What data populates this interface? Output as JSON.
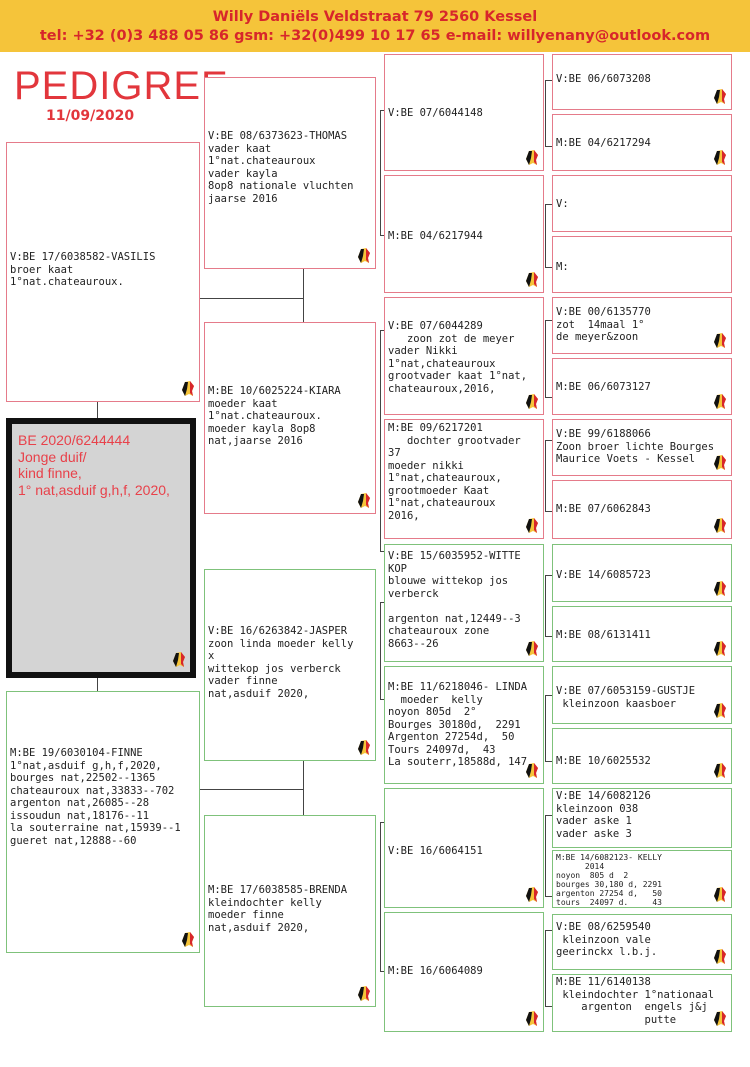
{
  "header": {
    "line1": "Willy Daniëls     Veldstraat  79     2560  Kessel",
    "line2": "tel: +32 (0)3 488 05 86  gsm: +32(0)499 10 17 65  e-mail: willyenany@outlook.com"
  },
  "title": "PEDIGREE",
  "date": "11/09/2020",
  "subject": {
    "text": "BE 2020/6244444\nJonge duif/\nkind finne,\n1° nat,asduif g,h,f, 2020,"
  },
  "gen1": {
    "father": "V:BE 17/6038582-VASILIS\nbroer kaat\n1°nat.chateauroux.",
    "mother": "M:BE 19/6030104-FINNE\n1°nat,asduif g,h,f,2020,\nbourges nat,22502--1365\nchateauroux nat,33833--702\nargenton nat,26085--28\nissoudun nat,18176--11\nla souterraine nat,15939--1\ngueret nat,12888--60"
  },
  "gen2": {
    "ff": "V:BE 08/6373623-THOMAS\nvader kaat\n1°nat.chateauroux\nvader kayla\n8op8 nationale vluchten\njaarse 2016",
    "fm": "M:BE 10/6025224-KIARA\nmoeder kaat\n1°nat.chateauroux.\nmoeder kayla 8op8\nnat,jaarse 2016",
    "mf": "V:BE 16/6263842-JASPER\nzoon linda moeder kelly\nx\nwittekop jos verberck\nvader finne\nnat,asduif 2020,",
    "mm": "M:BE 17/6038585-BRENDA\nkleindochter kelly\nmoeder finne\nnat,asduif 2020,"
  },
  "gen3": {
    "fff": "V:BE 07/6044148",
    "ffm": "M:BE 04/6217944",
    "fmf": "V:BE 07/6044289\n   zoon zot de meyer\nvader Nikki\n1°nat,chateauroux\ngrootvader kaat 1°nat,\nchateauroux,2016,",
    "fmm": "M:BE 09/6217201\n   dochter grootvader\n37\nmoeder nikki\n1°nat,chateauroux,\ngrootmoeder Kaat\n1°nat,chateauroux\n2016,",
    "mff": "V:BE 15/6035952-WITTE\nKOP\nblouwe wittekop jos\nverberck\n\nargenton nat,12449--3\nchateauroux zone\n8663--26",
    "mfm": "M:BE 11/6218046- LINDA\n  moeder  kelly\nnoyon 805d  2°\nBourges 30180d,  2291\nArgenton 27254d,  50\nTours 24097d,  43\nLa souterr,18588d, 147",
    "mmf": "V:BE 16/6064151",
    "mmm": "M:BE 16/6064089"
  },
  "gen4": {
    "b1": "V:BE 06/6073208",
    "b2": "M:BE 04/6217294",
    "b3": "V:",
    "b4": "M:",
    "b5": "V:BE 00/6135770\nzot  14maal 1°\nde meyer&zoon",
    "b6": "M:BE 06/6073127",
    "b7": "V:BE 99/6188066\nZoon broer lichte Bourges\nMaurice Voets - Kessel",
    "b8": "M:BE 07/6062843",
    "b9": "V:BE 14/6085723",
    "b10": "M:BE 08/6131411",
    "b11": "V:BE 07/6053159-GUSTJE\n kleinzoon kaasboer",
    "b12": "M:BE 10/6025532",
    "b13": "V:BE 14/6082126\nkleinzoon 038\nvader aske 1\nvader aske 3",
    "b14": "M:BE 14/6082123- KELLY\n      2014\nnoyon  805 d  2\nbourges 30,180 d, 2291\nargenton 27254 d,   50\ntours  24097 d.     43",
    "b15": "V:BE 08/6259540\n kleinzoon vale\ngeerinckx l.b.j.",
    "b16": "M:BE 11/6140138\n kleindochter 1°nationaal\n    argenton  engels j&j\n              putte"
  }
}
